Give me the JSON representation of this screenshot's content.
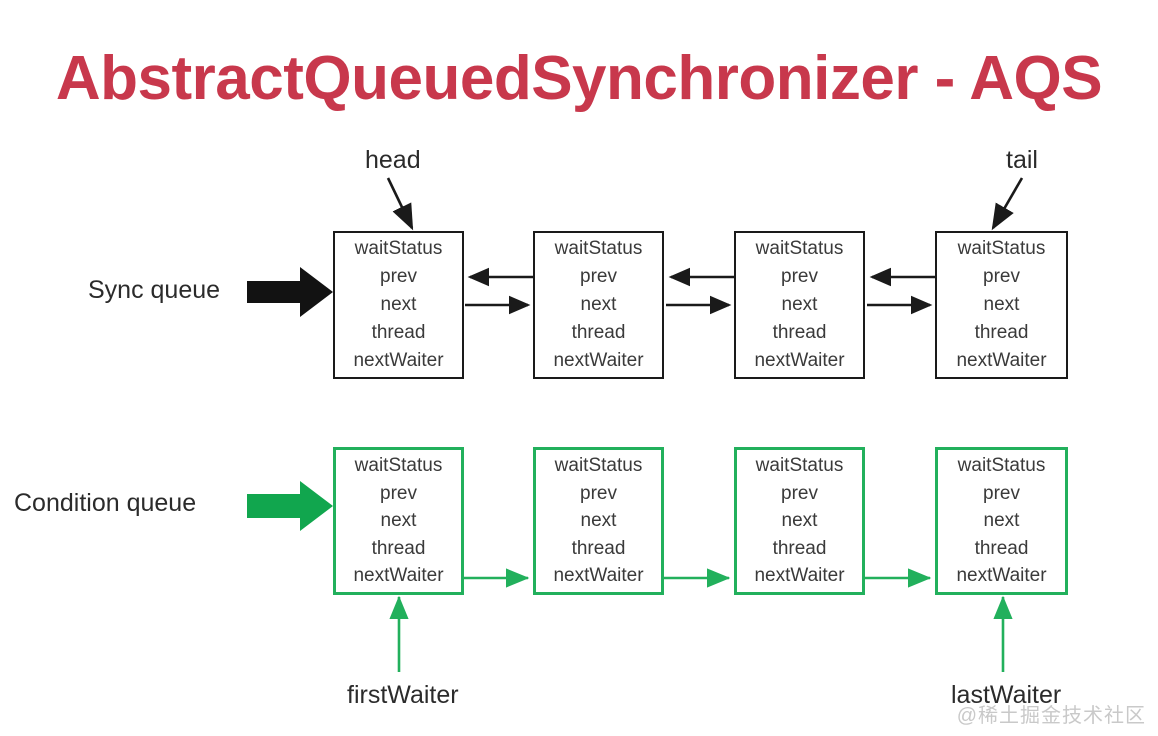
{
  "title": "AbstractQueuedSynchronizer - AQS",
  "colors": {
    "title_red": "#c8384c",
    "sync_border": "#1a1a1a",
    "condition_green": "#22b05c",
    "arrow_green": "#11a64e",
    "text": "#3a3a3a",
    "background": "#ffffff",
    "watermark": "#c9c9c9"
  },
  "node_fields": [
    "waitStatus",
    "prev",
    "next",
    "thread",
    "nextWaiter"
  ],
  "sync_queue": {
    "label": "Sync queue",
    "arrow_icon": "thick-right-arrow-black",
    "nodes": [
      {
        "fields": [
          "waitStatus",
          "prev",
          "next",
          "thread",
          "nextWaiter"
        ]
      },
      {
        "fields": [
          "waitStatus",
          "prev",
          "next",
          "thread",
          "nextWaiter"
        ]
      },
      {
        "fields": [
          "waitStatus",
          "prev",
          "next",
          "thread",
          "nextWaiter"
        ]
      },
      {
        "fields": [
          "waitStatus",
          "prev",
          "next",
          "thread",
          "nextWaiter"
        ]
      }
    ],
    "pointers": {
      "head": "head",
      "tail": "tail"
    },
    "link_semantics": {
      "upper_arrow": "prev",
      "lower_arrow": "next"
    }
  },
  "condition_queue": {
    "label": "Condition queue",
    "arrow_icon": "thick-right-arrow-green",
    "nodes": [
      {
        "fields": [
          "waitStatus",
          "prev",
          "next",
          "thread",
          "nextWaiter"
        ]
      },
      {
        "fields": [
          "waitStatus",
          "prev",
          "next",
          "thread",
          "nextWaiter"
        ]
      },
      {
        "fields": [
          "waitStatus",
          "prev",
          "next",
          "thread",
          "nextWaiter"
        ]
      },
      {
        "fields": [
          "waitStatus",
          "prev",
          "next",
          "thread",
          "nextWaiter"
        ]
      }
    ],
    "pointers": {
      "firstWaiter": "firstWaiter",
      "lastWaiter": "lastWaiter"
    },
    "link_semantics": {
      "forward_arrow": "nextWaiter"
    }
  },
  "watermark": "@稀土掘金技术社区"
}
